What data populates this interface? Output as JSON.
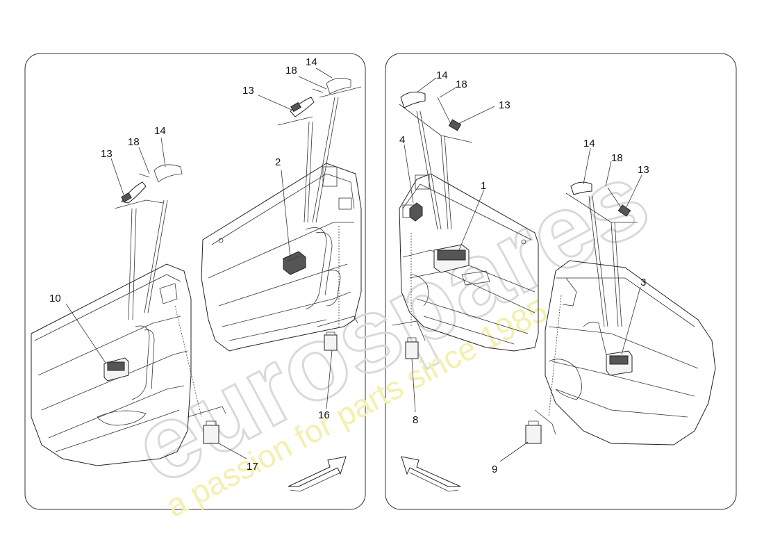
{
  "watermark": {
    "brand": "eurospares",
    "tagline": "a passion for parts since 1985",
    "color": "#d9d9d9",
    "tagline_color": "#f3f0b0"
  },
  "left_panel": {
    "view": "front door",
    "arrow_direction": "up-right",
    "callouts": [
      "2",
      "10",
      "13",
      "18",
      "14",
      "13",
      "18",
      "14",
      "16",
      "17"
    ]
  },
  "right_panel": {
    "view": "rear door",
    "arrow_direction": "up-left",
    "callouts": [
      "1",
      "3",
      "4",
      "8",
      "9",
      "13",
      "18",
      "14",
      "14",
      "18",
      "13"
    ]
  }
}
